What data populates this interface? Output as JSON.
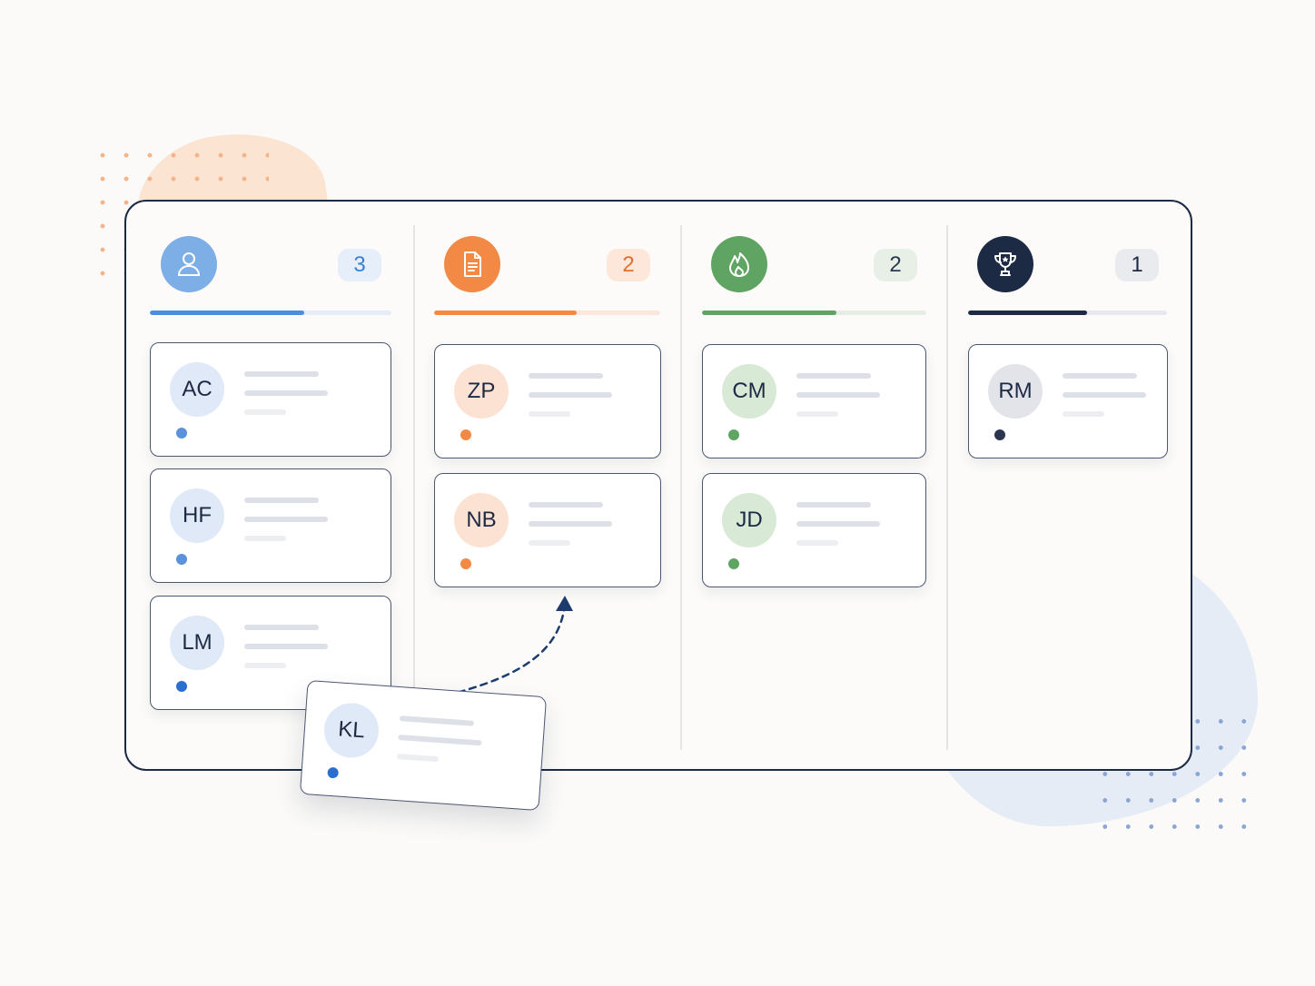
{
  "colors": {
    "background": "#fbfaf8",
    "frame": "#1d2a44",
    "blue": "#4b8edb",
    "orange": "#f28a45",
    "green": "#5fa463",
    "navy": "#1d2a44"
  },
  "columns": [
    {
      "id": "people",
      "icon": "user-icon",
      "count": "3",
      "progress": 0.64,
      "accent": "#4b8edb",
      "cards": [
        {
          "initials": "AC"
        },
        {
          "initials": "HF"
        },
        {
          "initials": "LM"
        }
      ]
    },
    {
      "id": "documents",
      "icon": "document-icon",
      "count": "2",
      "progress": 0.63,
      "accent": "#f28a45",
      "cards": [
        {
          "initials": "ZP"
        },
        {
          "initials": "NB"
        }
      ]
    },
    {
      "id": "hot",
      "icon": "flame-icon",
      "count": "2",
      "progress": 0.6,
      "accent": "#5fa463",
      "cards": [
        {
          "initials": "CM"
        },
        {
          "initials": "JD"
        }
      ]
    },
    {
      "id": "won",
      "icon": "trophy-icon",
      "count": "1",
      "progress": 0.6,
      "accent": "#1d2a44",
      "cards": [
        {
          "initials": "RM"
        }
      ]
    }
  ],
  "dragged_card": {
    "initials": "KL",
    "from_column": "people",
    "to_column": "documents"
  }
}
